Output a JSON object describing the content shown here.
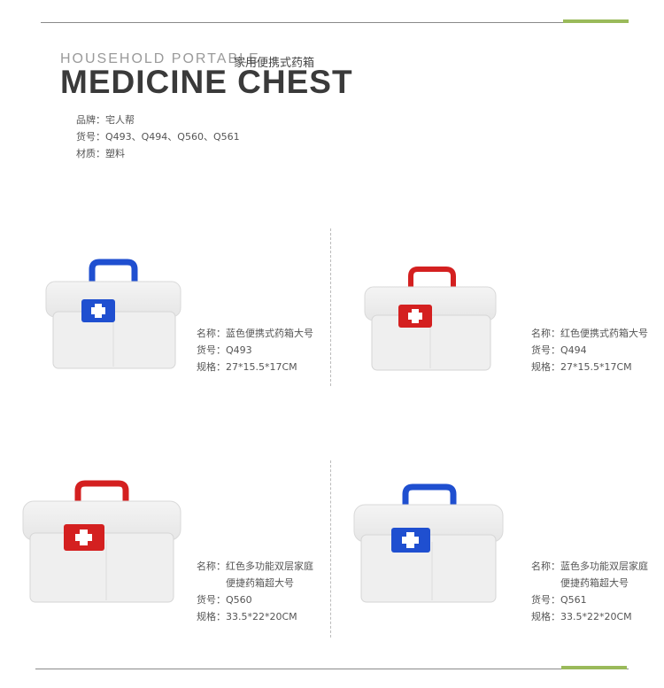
{
  "header": {
    "subtitle_en": "HOUSEHOLD PORTABLE",
    "subtitle_cn": "家用便携式药箱",
    "title": "MEDICINE CHEST"
  },
  "specs": {
    "brand": "品牌：宅人帮",
    "item_no": "货号：Q493、Q494、Q560、Q561",
    "material": "材质：塑料"
  },
  "colors": {
    "accent": "#9aba5a",
    "blue": "#1f4fd0",
    "red": "#d42020"
  },
  "products": [
    {
      "name": "名称：蓝色便携式药箱大号",
      "item": "货号：Q493",
      "size": "规格：27*15.5*17CM",
      "color": "blue"
    },
    {
      "name": "名称：红色便携式药箱大号",
      "item": "货号：Q494",
      "size": "规格：27*15.5*17CM",
      "color": "red"
    },
    {
      "name": "名称：红色多功能双层家庭",
      "name_line2": "便捷药箱超大号",
      "item": "货号：Q560",
      "size": "规格：33.5*22*20CM",
      "color": "red"
    },
    {
      "name": "名称：蓝色多功能双层家庭",
      "name_line2": "便捷药箱超大号",
      "item": "货号：Q561",
      "size": "规格：33.5*22*20CM",
      "color": "blue"
    }
  ]
}
